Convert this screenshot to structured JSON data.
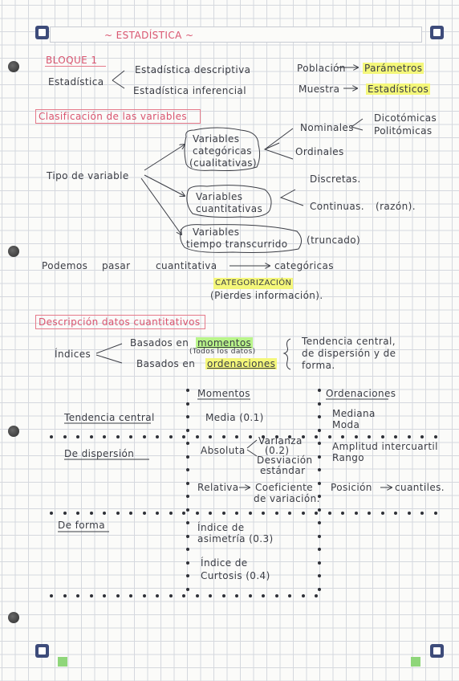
{
  "title": "~ ESTADÍSTICA ~",
  "block1": {
    "heading": "BLOQUE 1",
    "root": "Estadística",
    "desc": "Estadística descriptiva",
    "inf": "Estadística inferencial",
    "pop": "Población",
    "params": "Parámetros",
    "sample": "Muestra",
    "stats": "Estadísticos"
  },
  "classification": {
    "heading": "Clasificación de las variables",
    "type": "Tipo de variable",
    "cat1": "Variables",
    "cat2": "categóricas",
    "cat3": "(cualitativas)",
    "nominal": "Nominales",
    "dichot": "Dicotómicas",
    "polit": "Politómicas",
    "ordinal": "Ordinales",
    "quant1": "Variables",
    "quant2": "cuantitativas",
    "discrete": "Discretas.",
    "contin": "Continuas.",
    "ratio": "(razón).",
    "time1": "Variables",
    "time2": "tiempo transcurrido",
    "trunc": "(truncado)",
    "pass_a": "Podemos",
    "pass_b": "pasar",
    "pass_c": "cuantitativa",
    "pass_d": "categóricas",
    "categ": "CATEGORIZACIÓN",
    "lose": "(Pierdes información)."
  },
  "description": {
    "heading": "Descripción datos cuantitativos",
    "indices": "Índices",
    "based1": "Basados en",
    "moments": "momentos",
    "alldata": "(Todos los datos)",
    "based2": "Basados en",
    "orders": "ordenaciones",
    "tend1": "Tendencia central,",
    "tend2": "de dispersión y de",
    "tend3": "forma."
  },
  "table": {
    "col_moments": "Momentos",
    "col_orders": "Ordenaciones",
    "row_central": "Tendencia central",
    "row_disp": "De dispersión",
    "row_shape": "De forma",
    "media": "Media (0.1)",
    "mediana": "Mediana",
    "moda": "Moda",
    "absoluta": "Absoluta",
    "varianza": "Varianza",
    "var_code": "(0.2)",
    "desv1": "Desviación",
    "desv2": "estándar",
    "amplitud": "Amplitud intercuartil",
    "rango": "Rango",
    "relativa": "Relativa",
    "coef1": "Coeficiente",
    "coef2": "de variación.",
    "posicion": "Posición",
    "cuantiles": "cuantiles.",
    "asim1": "Índice de",
    "asim2": "asimetría (0.3)",
    "curt1": "Índice de",
    "curt2": "Curtosis (0.4)"
  }
}
